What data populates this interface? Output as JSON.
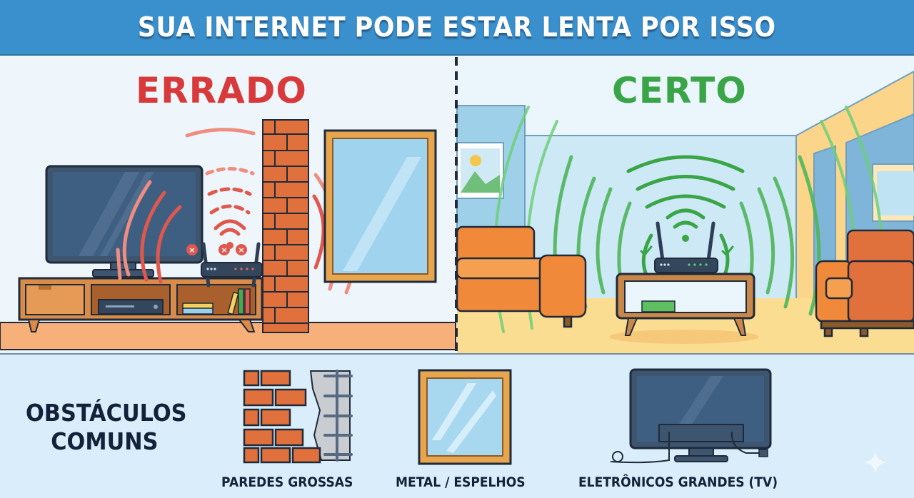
{
  "header": {
    "title": "SUA INTERNET PODE ESTAR LENTA POR ISSO"
  },
  "wrong_panel": {
    "label": "ERRADO",
    "color": "#d8393a",
    "elements": [
      "tv",
      "tv-stand",
      "router",
      "brick-wall",
      "mirror",
      "blocked-wifi-signals"
    ]
  },
  "right_panel": {
    "label": "CERTO",
    "color": "#3aa547",
    "elements": [
      "sofa",
      "coffee-table",
      "router",
      "armchair",
      "open-wifi-signals"
    ]
  },
  "obstacles": {
    "title_line1": "OBSTÁCULOS",
    "title_line2": "COMUNS",
    "items": [
      {
        "label": "PAREDES GROSSAS",
        "icon": "brick-wall-icon"
      },
      {
        "label": "METAL / ESPELHOS",
        "icon": "mirror-icon"
      },
      {
        "label": "ELETRÔNICOS GRANDES (TV)",
        "icon": "tv-icon"
      }
    ]
  },
  "colors": {
    "header_bg": "#3a8fcd",
    "wrong": "#d8393a",
    "right": "#3aa547",
    "text_dark": "#14213a",
    "brick": "#e0713d"
  }
}
